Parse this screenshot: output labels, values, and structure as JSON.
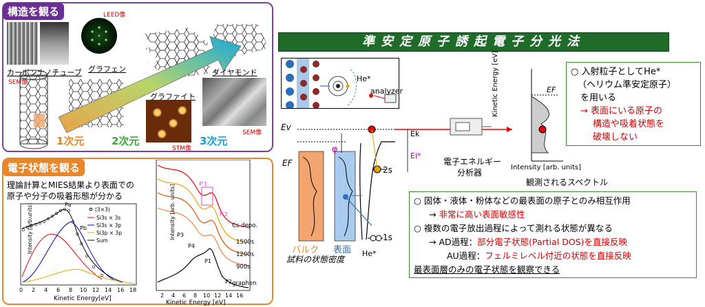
{
  "structure": {
    "tag": "構造を観る",
    "leed": "LEED像",
    "cnt": "カーボンナノチューブ",
    "sem1": "SEM像",
    "graphene": "グラフェン",
    "graphite": "グラファイト",
    "diamond": "ダイヤモンド",
    "stm": "STM像",
    "sem2": "SEM像",
    "dim1": "1次元",
    "dim2": "2次元",
    "dim3": "3次元"
  },
  "electronic": {
    "tag": "電子状態を観る",
    "desc1": "理論計算とMIES結果より表面での",
    "desc2": "原子や分子の吸着形態が分かる"
  },
  "chart_left": {
    "ylabel": "Intensity [arb.units]",
    "xlabel": "Kinetic Energy[eV]",
    "xticks": [
      "0",
      "2",
      "4",
      "6",
      "8",
      "10",
      "12",
      "14",
      "16",
      "18"
    ],
    "legend": [
      "(3×3)",
      "Si3s × 3s",
      "Si3s × 3p",
      "Si3p × 3p",
      "Sum"
    ],
    "peak_a": "Pa",
    "peak_b": "Pb"
  },
  "chart_right": {
    "ylabel": "Intensity [arb. units]",
    "xlabel": "Kinetic Energy [eV]",
    "xticks": [
      "2",
      "4",
      "6",
      "8",
      "10",
      "12",
      "14",
      "16"
    ],
    "curves": [
      "Cs depo.",
      "1500s",
      "1200s",
      "900s",
      "graphen"
    ],
    "peaks": [
      "P3",
      "P4",
      "P1",
      "P2",
      "P'1",
      "P'2"
    ]
  },
  "method": {
    "title": "準安定原子誘起電子分光法",
    "he_star": "He*",
    "analyzer": "analyzer",
    "ev": "Ev",
    "ef": "EF",
    "ek": "Ek",
    "ei": "Ei*",
    "phi": "φ",
    "two_s": "2s",
    "one_s": "1s",
    "he_star2": "He*",
    "bulk": "バルク",
    "surface": "表面",
    "dos": "試料の状態密度",
    "analyzer_jp1": "電子エネルギー",
    "analyzer_jp2": "分析器",
    "spec_y": "Kinetic Energy [eV]",
    "spec_x": "Intensity [arb. units]",
    "spec_ef": "EF",
    "spectrum_label": "観測されるスペクトル"
  },
  "infobox1": {
    "l1": "○ 入射粒子としてHe*",
    "l2": "（ヘリウム準安定原子）",
    "l3": "を用いる",
    "l4": "→ 表面にいる原子の",
    "l5": "構造や吸着状態を",
    "l6": "破壊しない"
  },
  "infobox2": {
    "l1": "○ 固体・液体・粉体などの最表面の原子とのみ相互作用",
    "l2a": "→ ",
    "l2b": "非常に高い表面敏感性",
    "l3": "○ 複数の電子放出過程によって測れる状態が異なる",
    "l4a": "→ AD過程：",
    "l4b": "部分電子状態(Partial DOS)を直接反映",
    "l5a": "AU過程：",
    "l5b": "フェルミレベル付近の状態を直接反映",
    "l6": "最表面層のみの電子状態を観察できる"
  }
}
